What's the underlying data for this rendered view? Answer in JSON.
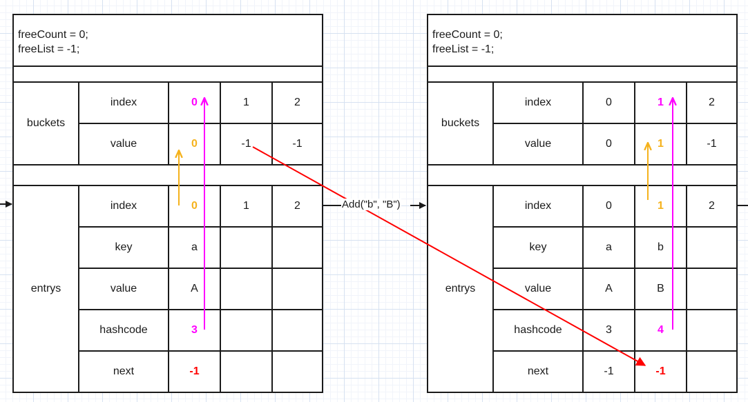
{
  "colors": {
    "line": "#1a1a1a",
    "magenta": "#ff00ff",
    "orange": "#f5b21c",
    "red": "#ff0000"
  },
  "operation_label": "Add(\"b\", \"B\")",
  "left_state": {
    "info_line1": "freeCount = 0;",
    "info_line2": "freeList = -1;",
    "buckets_label": "buckets",
    "entrys_label": "entrys",
    "row_labels": {
      "b_index": "index",
      "b_value": "value",
      "e_index": "index",
      "e_key": "key",
      "e_value": "value",
      "e_hashcode": "hashcode",
      "e_next": "next"
    },
    "buckets": {
      "index": [
        "0",
        "1",
        "2"
      ],
      "value": [
        "0",
        "-1",
        "-1"
      ]
    },
    "entrys": {
      "index": [
        "0",
        "1",
        "2"
      ],
      "key": [
        "a",
        "",
        ""
      ],
      "value": [
        "A",
        "",
        ""
      ],
      "hashcode": [
        "3",
        "",
        ""
      ],
      "next": [
        "-1",
        "",
        ""
      ]
    }
  },
  "right_state": {
    "info_line1": "freeCount = 0;",
    "info_line2": "freeList = -1;",
    "buckets_label": "buckets",
    "entrys_label": "entrys",
    "row_labels": {
      "b_index": "index",
      "b_value": "value",
      "e_index": "index",
      "e_key": "key",
      "e_value": "value",
      "e_hashcode": "hashcode",
      "e_next": "next"
    },
    "buckets": {
      "index": [
        "0",
        "1",
        "2"
      ],
      "value": [
        "0",
        "1",
        "-1"
      ]
    },
    "entrys": {
      "index": [
        "0",
        "1",
        "2"
      ],
      "key": [
        "a",
        "b",
        ""
      ],
      "value": [
        "A",
        "B",
        ""
      ],
      "hashcode": [
        "3",
        "4",
        ""
      ],
      "next": [
        "-1",
        "-1",
        ""
      ]
    }
  }
}
